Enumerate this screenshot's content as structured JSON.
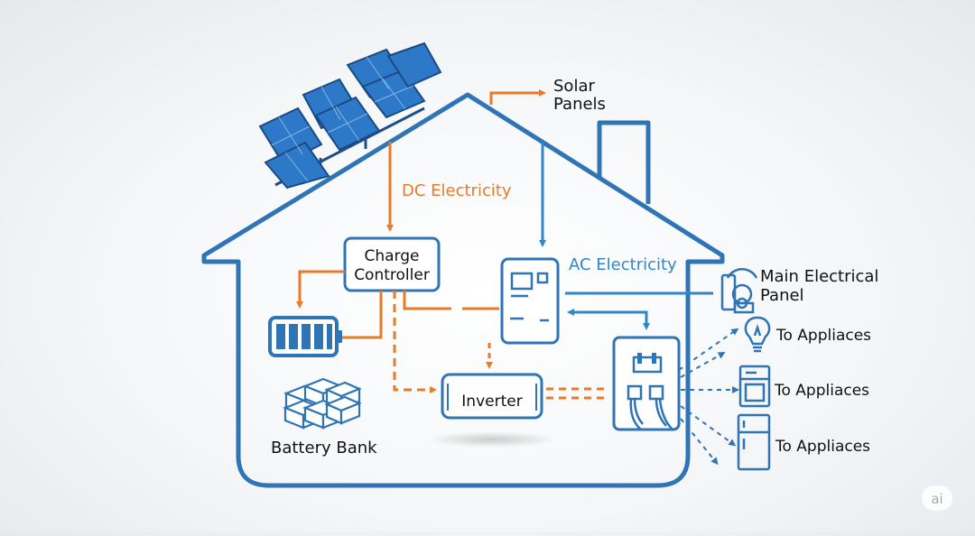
{
  "labels": {
    "solar_line1": "Solar",
    "solar_line2": "Panels",
    "dc": "DC Electricity",
    "ac": "AC Electricity",
    "charge_line1": "Charge",
    "charge_line2": "Controller",
    "inverter": "Inverter",
    "battery": "Battery Bank",
    "panel_line1": "Main Electrical",
    "panel_line2": "Panel",
    "appliance1": "To Appliaces",
    "appliance2": "To Appliaces",
    "appliance3": "To Appliaces",
    "watermark": "ai"
  },
  "colors": {
    "blue": "#2f74b5",
    "light_blue": "#2f86c9",
    "orange": "#e97a28",
    "text": "#111111"
  }
}
